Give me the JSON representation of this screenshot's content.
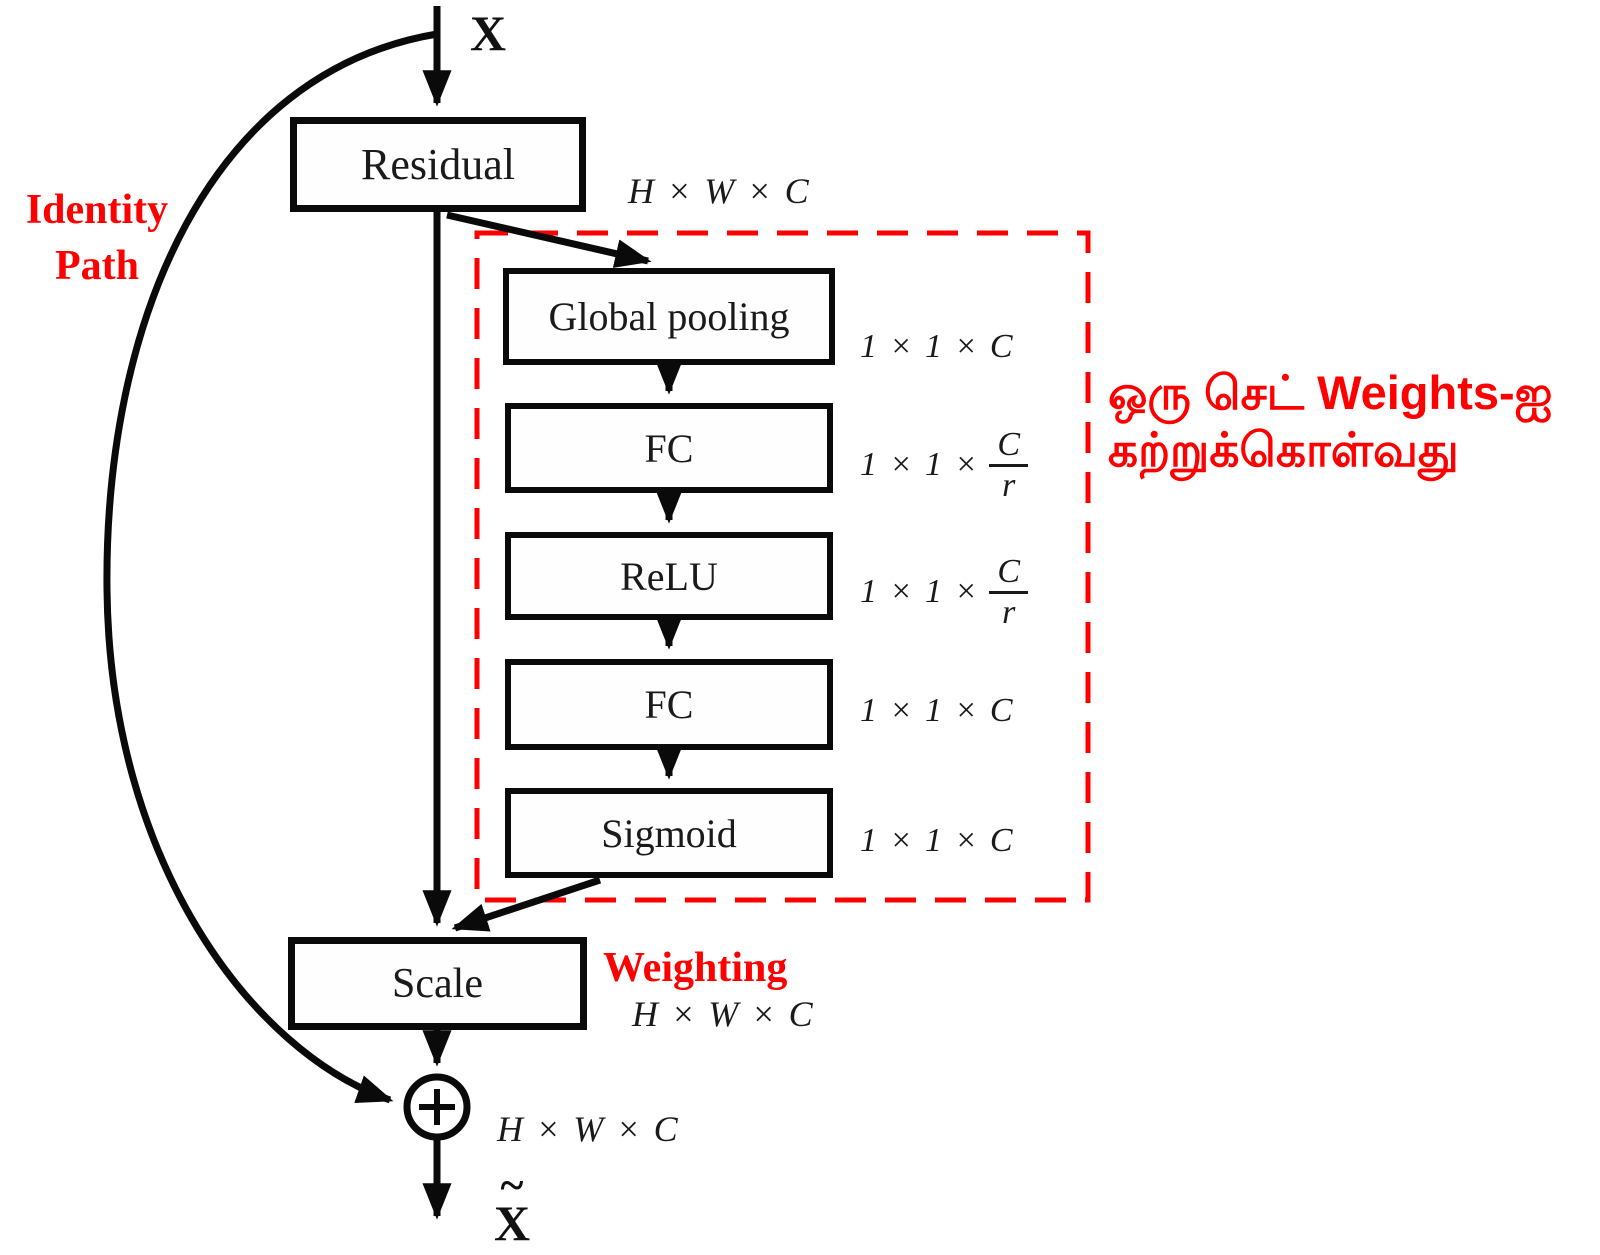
{
  "colors": {
    "accent_red": "#ff0000",
    "line_black": "#0a0a0a",
    "background": "#ffffff"
  },
  "diagram": {
    "input_label": "X",
    "identity_path": {
      "line1": "Identity",
      "line2": "Path"
    },
    "residual": {
      "label": "Residual",
      "dim": "H × W × C"
    },
    "se_block": {
      "note_line1": "ஒரு செட் Weights-ஐ",
      "note_line2": "கற்றுக்கொள்வது",
      "layers": [
        {
          "label": "Global pooling",
          "dim": "1 × 1 × C"
        },
        {
          "label": "FC",
          "dim_prefix": "1 × 1 ×",
          "dim_num": "C",
          "dim_den": "r"
        },
        {
          "label": "ReLU",
          "dim_prefix": "1 × 1 ×",
          "dim_num": "C",
          "dim_den": "r"
        },
        {
          "label": "FC",
          "dim": "1 × 1 × C"
        },
        {
          "label": "Sigmoid",
          "dim": "1 × 1 × C"
        }
      ]
    },
    "scale": {
      "label": "Scale",
      "annotation": "Weighting",
      "dim": "H × W × C"
    },
    "sum": {
      "plus": "+",
      "dim": "H × W × C"
    },
    "output": {
      "tilde": "~",
      "label": "X"
    }
  }
}
